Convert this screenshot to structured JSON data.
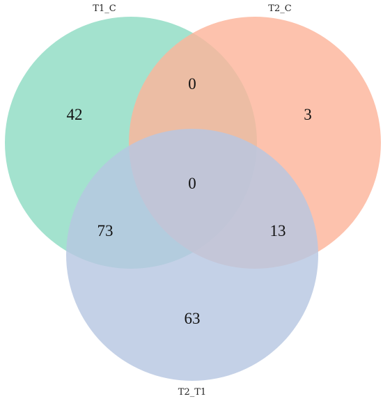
{
  "venn": {
    "sets": [
      {
        "id": "a",
        "label": "T1_C",
        "color": "#8fdcc3"
      },
      {
        "id": "b",
        "label": "T2_C",
        "color": "#fdb59b"
      },
      {
        "id": "c",
        "label": "T2_T1",
        "color": "#b7c7e2"
      }
    ],
    "regions": {
      "a_only": "42",
      "b_only": "3",
      "c_only": "63",
      "ab_only": "0",
      "ac_only": "73",
      "bc_only": "13",
      "abc": "0"
    }
  }
}
